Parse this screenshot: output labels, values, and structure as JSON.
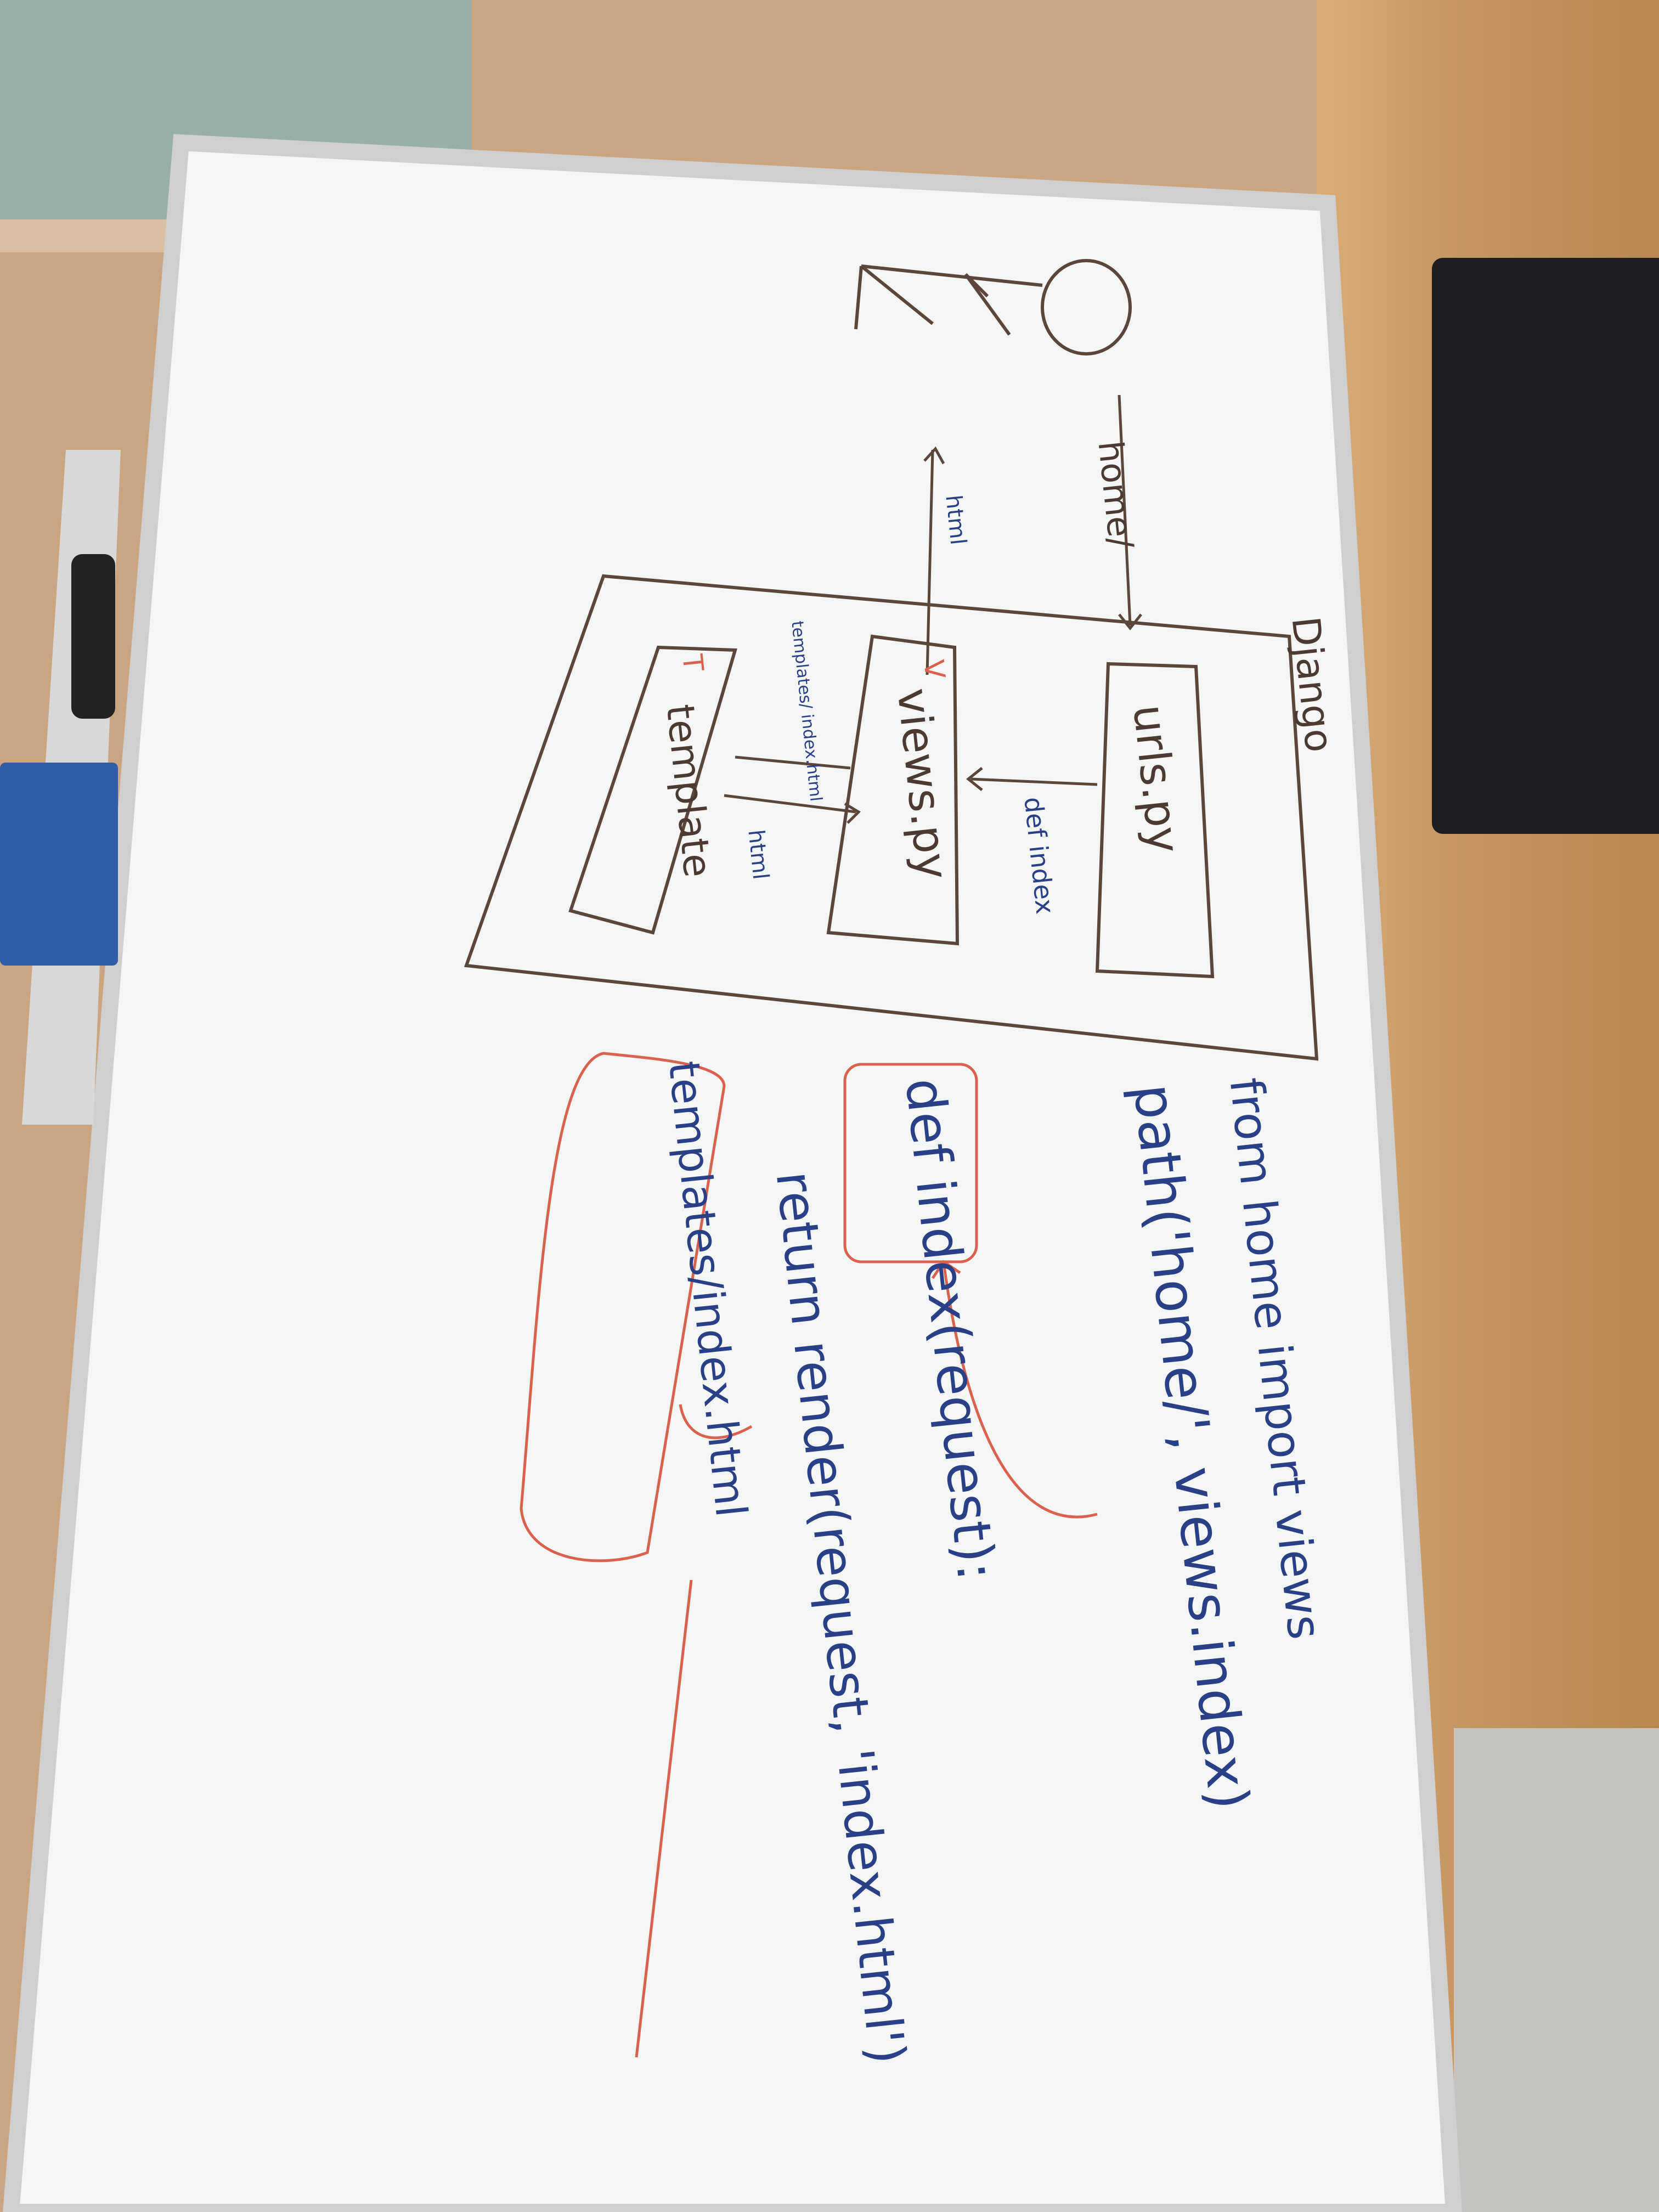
{
  "board": {
    "home_label": "home/",
    "html_label_top": "html",
    "django_label": "Django",
    "urls_label": "urls.py",
    "views_label": "views.py",
    "template_label": "template",
    "def_index_label": "def index",
    "templates_path_label": "templates/ index.html",
    "html_label_bottom": "html",
    "views_marker": "V",
    "template_marker": "T"
  },
  "code": {
    "line1": "from home import views",
    "line2": "path('home/', views.index)",
    "line3": "def index(request):",
    "line4": "return render(request, 'index.html')",
    "line5": "templates/index.html"
  }
}
